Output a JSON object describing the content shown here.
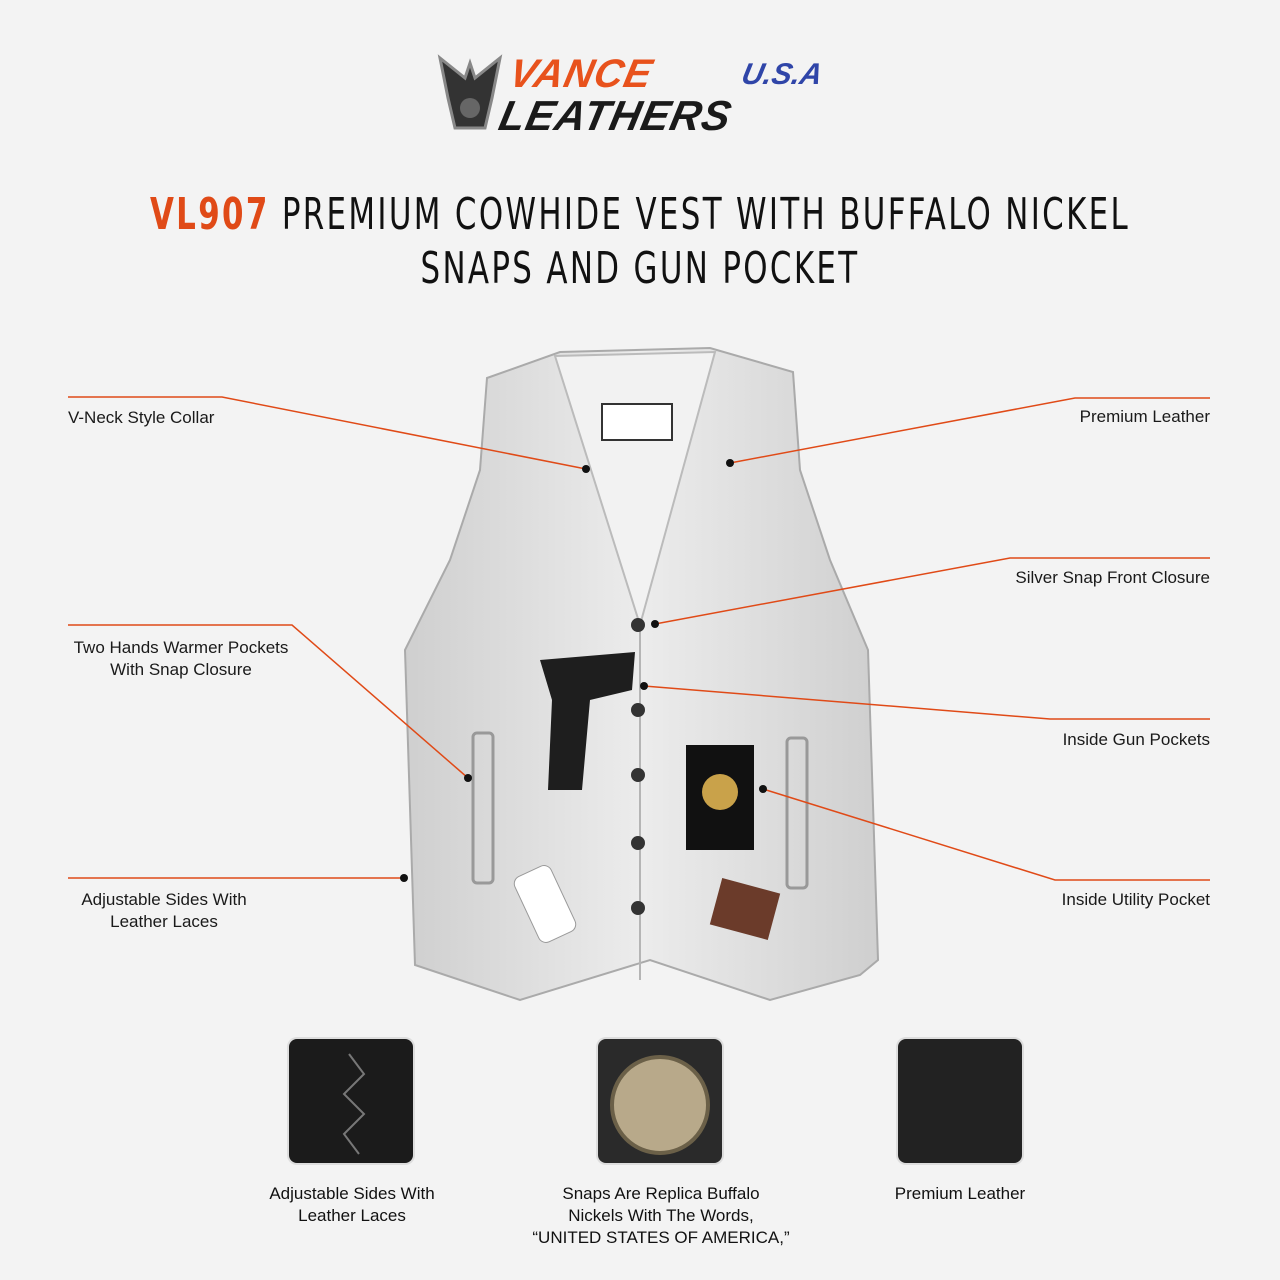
{
  "brand": {
    "logo_text_line1": "VANCE",
    "logo_text_usa": "U.S.A",
    "logo_text_line2": "LEATHERS"
  },
  "title": {
    "code": "VL907",
    "text": " PREMIUM COWHIDE VEST WITH BUFFALO NICKEL",
    "line2": "SNAPS AND GUN POCKET"
  },
  "callouts": {
    "v_neck": "V-Neck Style Collar",
    "premium_leather": "Premium Leather",
    "silver_snap": "Silver Snap Front Closure",
    "hand_warmer_1": "Two Hands Warmer Pockets",
    "hand_warmer_2": "With Snap Closure",
    "gun_pockets": "Inside Gun Pockets",
    "adjustable_1": "Adjustable Sides With",
    "adjustable_2": "Leather Laces",
    "utility_pocket": "Inside Utility Pocket"
  },
  "details": [
    {
      "lines": [
        "Adjustable Sides With",
        "Leather Laces"
      ]
    },
    {
      "lines": [
        "Snaps Are Replica Buffalo",
        "Nickels With The Words,",
        "“UNITED STATES OF AMERICA,”"
      ]
    },
    {
      "lines": [
        "Premium Leather"
      ]
    }
  ],
  "colors": {
    "accent": "#e04a17",
    "background": "#f3f3f3",
    "vest": "#e6e6e6"
  }
}
